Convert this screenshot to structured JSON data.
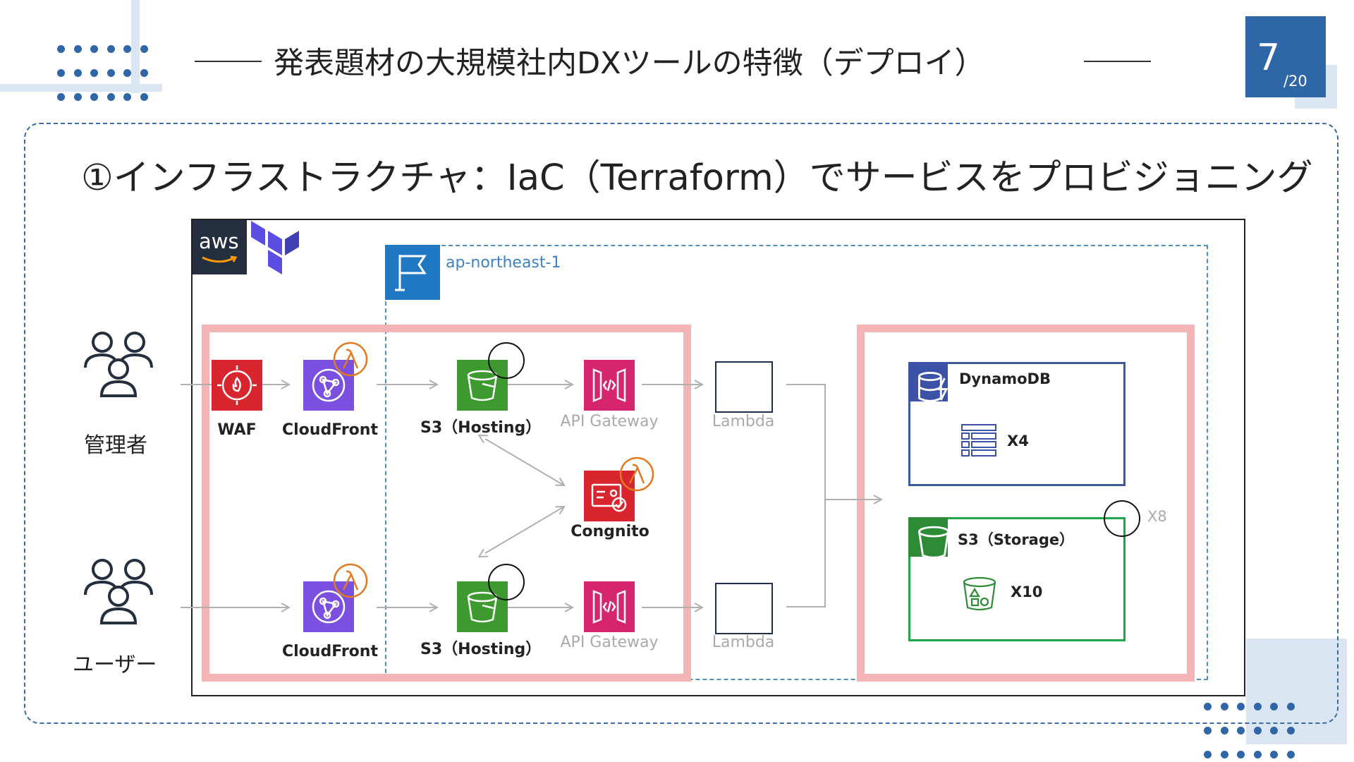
{
  "slide": {
    "title": "発表題材の大規模社内DXツールの特徴（デプロイ）",
    "page_number": "7",
    "page_total": "/20",
    "subtitle": "①インフラストラクチャ：IaC（Terraform）でサービスをプロビジョニング"
  },
  "diagram": {
    "aws_logo_text": "aws",
    "region_label": "ap-northeast-1",
    "actors": {
      "admin": "管理者",
      "user": "ユーザー"
    },
    "services": {
      "waf": "WAF",
      "cloudfront_top": "CloudFront",
      "cloudfront_bottom": "CloudFront",
      "s3_hosting_top": "S3（Hosting）",
      "s3_hosting_bottom": "S3（Hosting）",
      "apigw_top": "API Gateway",
      "apigw_bottom": "API Gateway",
      "lambda_top": "Lambda",
      "lambda_bottom": "Lambda",
      "cognito": "Congnito",
      "dynamodb": "DynamoDB",
      "dynamodb_count": "X4",
      "s3_storage": "S3（Storage）",
      "s3_storage_count": "X10",
      "outer_count": "X8"
    },
    "icons": [
      "aws-logo",
      "terraform-icon",
      "region-flag-icon",
      "users-icon",
      "waf-icon",
      "cloudfront-icon",
      "lambda-edge-icon",
      "s3-bucket-icon",
      "api-gateway-icon",
      "cognito-icon",
      "dynamodb-icon",
      "table-icon",
      "bucket-objects-icon"
    ],
    "colors": {
      "accent_blue": "#2f66a8",
      "highlight_pink": "#f4b4b6",
      "waf_red": "#d9262e",
      "cloudfront_purple": "#7b4fe0",
      "s3_green": "#3c9a2e",
      "apigw_pink": "#d6246d",
      "dynamodb_navy": "#3c52a8",
      "lambda_orange": "#e07b1f"
    }
  }
}
